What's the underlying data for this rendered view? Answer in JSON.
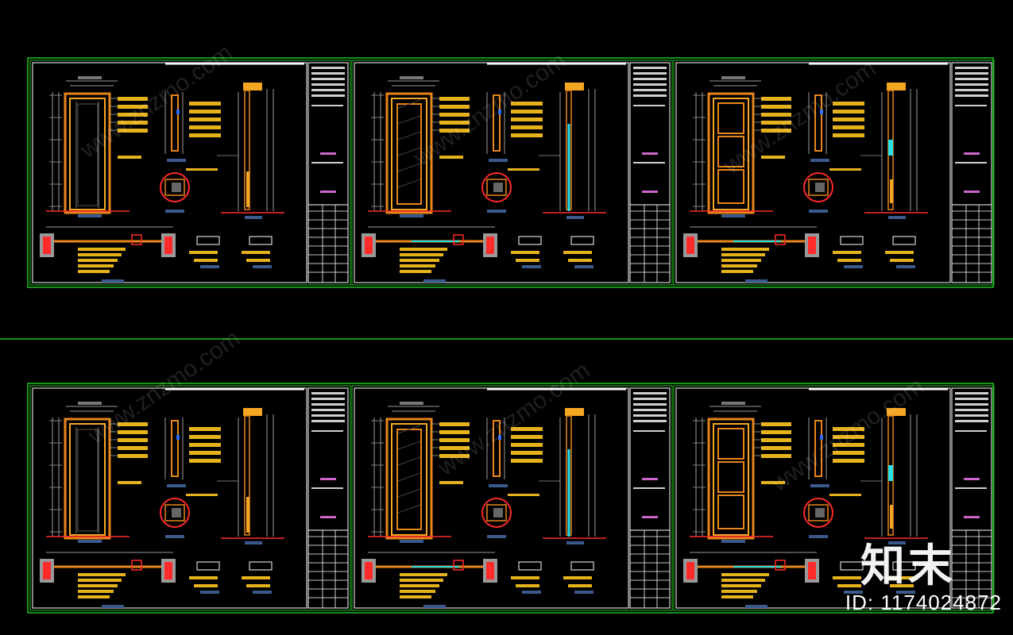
{
  "watermark": {
    "brand": "知末",
    "id_text": "ID: 1174024872",
    "diag_text": "www.znzmo.com"
  },
  "sheets": [
    {
      "row": 0,
      "col": 0,
      "door": "solid",
      "elev": "solid"
    },
    {
      "row": 0,
      "col": 1,
      "door": "glass",
      "elev": "glass"
    },
    {
      "row": 0,
      "col": 2,
      "door": "panel",
      "elev": "panel"
    },
    {
      "row": 1,
      "col": 0,
      "door": "solid",
      "elev": "solid"
    },
    {
      "row": 1,
      "col": 1,
      "door": "glass",
      "elev": "glass"
    },
    {
      "row": 1,
      "col": 2,
      "door": "panel",
      "elev": "panel"
    }
  ],
  "colors": {
    "background": "#000000",
    "frame": "#1fbf1f",
    "sheet_border": "#ffffff",
    "door": "#e8861a",
    "door_edge": "#f5a623",
    "label": "#e6b21c",
    "dimension": "#9a9a9a",
    "glass": "#27e0e8",
    "section": "#ff2a2a",
    "accent": "#cc66cc",
    "tag": "#3a5a8c",
    "hatch": "#777777"
  }
}
